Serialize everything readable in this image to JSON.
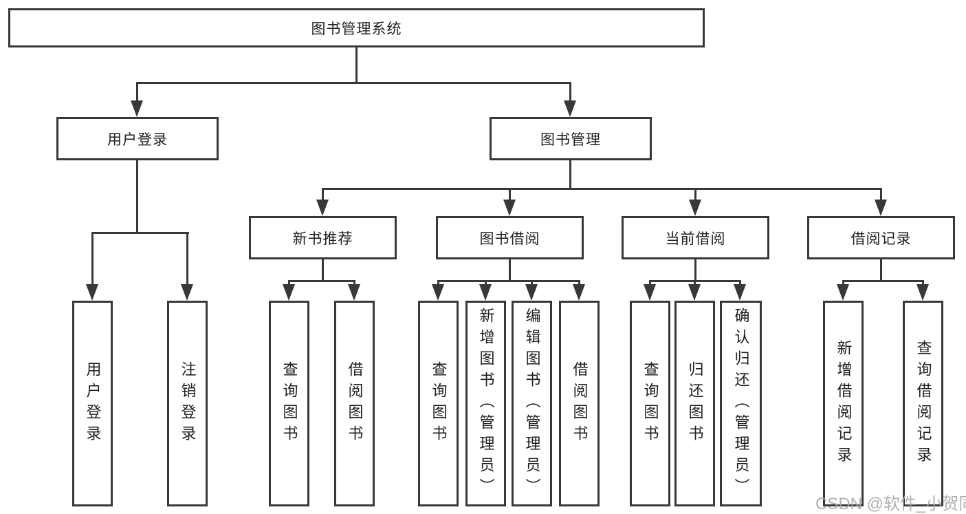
{
  "tree": {
    "label": "图书管理系统",
    "children": [
      {
        "label": "用户登录",
        "children": [
          {
            "label": "用户登录"
          },
          {
            "label": "注销登录"
          }
        ]
      },
      {
        "label": "图书管理",
        "children": [
          {
            "label": "新书推荐",
            "children": [
              {
                "label": "查询图书"
              },
              {
                "label": "借阅图书"
              }
            ]
          },
          {
            "label": "图书借阅",
            "children": [
              {
                "label": "查询图书"
              },
              {
                "label": "新增图书（管理员）"
              },
              {
                "label": "编辑图书（管理员）"
              },
              {
                "label": "借阅图书"
              }
            ]
          },
          {
            "label": "当前借阅",
            "children": [
              {
                "label": "查询图书"
              },
              {
                "label": "归还图书"
              },
              {
                "label": "确认归还（管理员）"
              }
            ]
          },
          {
            "label": "借阅记录",
            "children": [
              {
                "label": "新增借阅记录"
              },
              {
                "label": "查询借阅记录"
              }
            ]
          }
        ]
      }
    ]
  },
  "watermark": {
    "text": "CSDN @软件_小贺同学"
  },
  "colors": {
    "line": "#383838",
    "text": "#1f1f1f",
    "background": "#ffffff",
    "watermark": "#a8a8a8"
  }
}
